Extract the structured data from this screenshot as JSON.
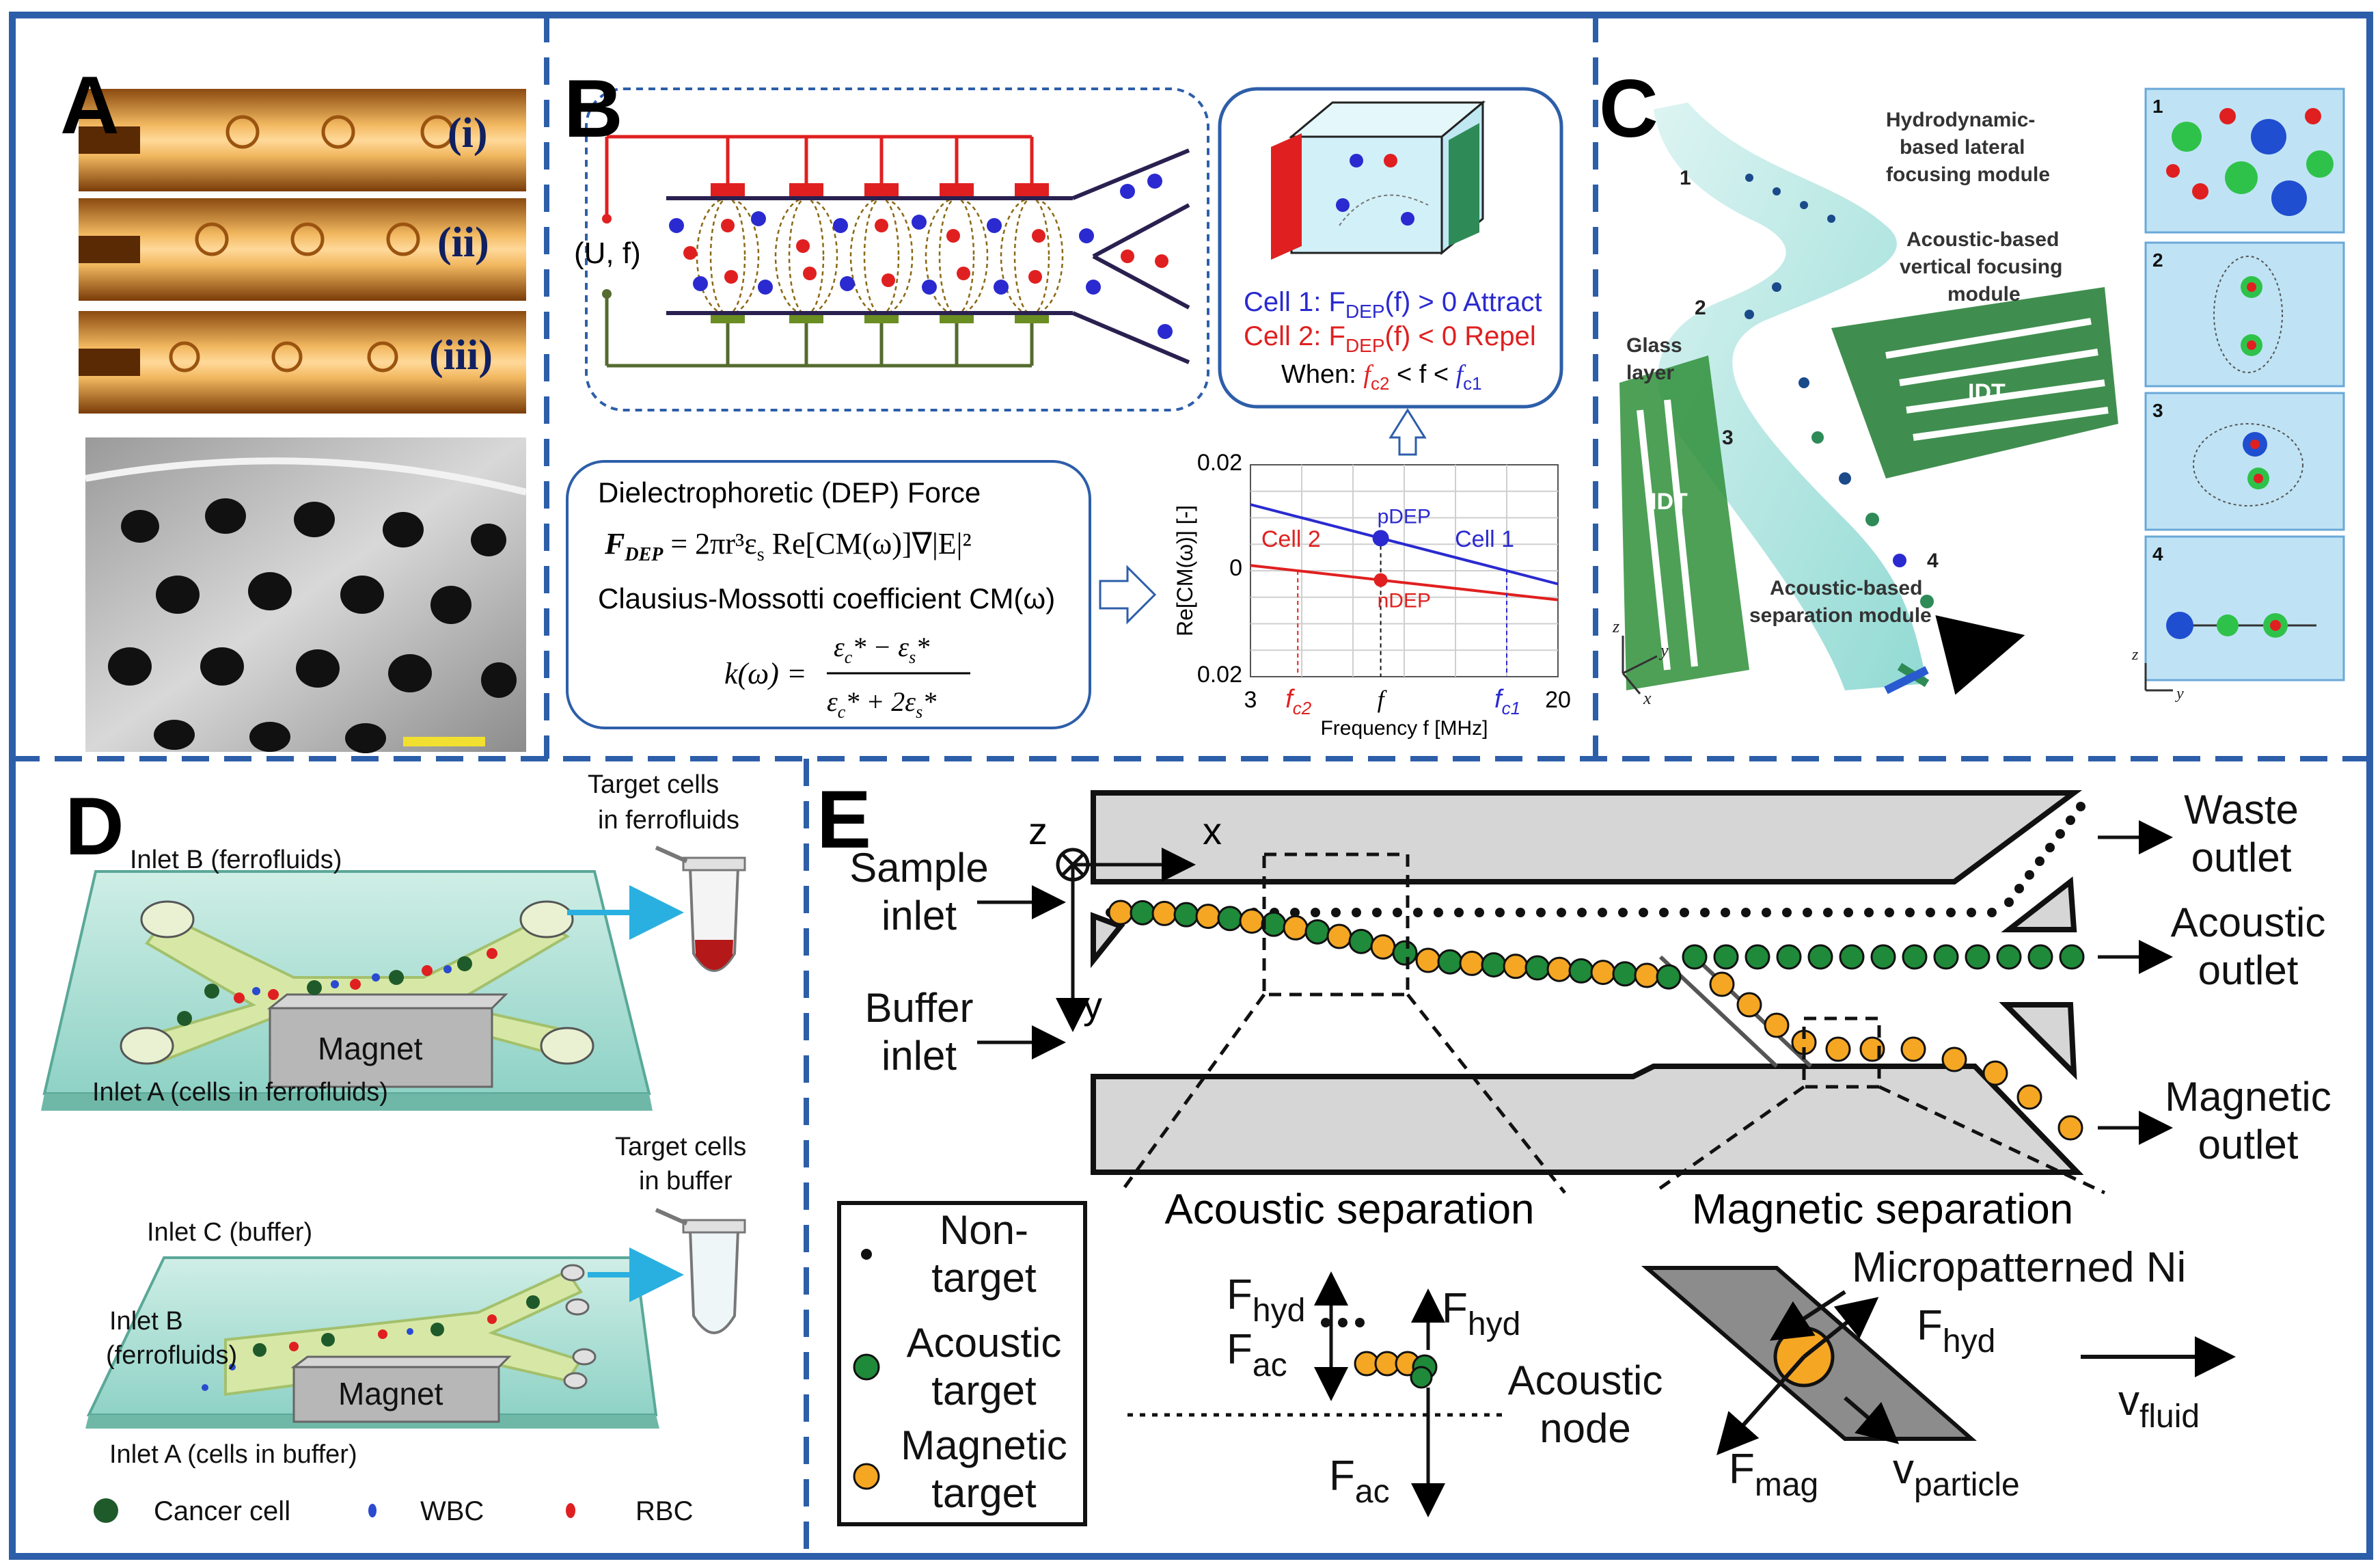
{
  "panels": {
    "A": {
      "label": "A",
      "rows": [
        "(i)",
        "(ii)",
        "(iii)"
      ]
    },
    "B": {
      "label": "B",
      "source_label": "(U, f)",
      "cell1_text": "Cell 1: F",
      "cell1_sub": "DEP",
      "cell1_tail": "(f) > 0 Attract",
      "cell2_text": "Cell 2: F",
      "cell2_sub": "DEP",
      "cell2_tail": "(f) < 0 Repel",
      "when_text": "When: ",
      "fc2": "f",
      "fc2_sub": "c2",
      "when_mid": " < f < ",
      "fc1": "f",
      "fc1_sub": "c1",
      "force_title": "Dielectrophoretic (DEP) Force",
      "force_eq": "F",
      "force_eq_sub": "DEP",
      "force_eq_rhs": " = 2πr³ε",
      "force_eq_rhs_sub": "s",
      "force_eq_tail": " Re[CM(ω)]∇|E|²",
      "cm_title": "Clausius-Mossotti coefficient CM(ω)",
      "k_lhs": "k(ω) =",
      "k_num": "ε",
      "k_num_sub": "c",
      "k_num_mid": "* − ε",
      "k_num_sub2": "s",
      "k_num_end": "*",
      "k_den": "ε",
      "k_den_sub": "c",
      "k_den_mid": "* + 2ε",
      "k_den_sub2": "s",
      "k_den_end": "*"
    },
    "C": {
      "label": "C",
      "hydro": [
        "Hydrodynamic-",
        "based lateral",
        "focusing module"
      ],
      "vertical": [
        "Acoustic-based",
        "vertical focusing",
        "module"
      ],
      "glass": [
        "Glass",
        "layer"
      ],
      "idt": "IDT",
      "separation": [
        "Acoustic-based",
        "separation module"
      ],
      "steps": [
        "1",
        "2",
        "3",
        "4"
      ],
      "axes": [
        "z",
        "y",
        "x"
      ]
    },
    "D": {
      "label": "D",
      "top_inlet_b": "Inlet B (ferrofluids)",
      "top_inlet_a": "Inlet A (cells in ferrofluids)",
      "top_target": [
        "Target cells",
        "in ferrofluids"
      ],
      "magnet": "Magnet",
      "bot_inlet_c": "Inlet C (buffer)",
      "bot_inlet_b": [
        "Inlet B",
        "(ferrofluids)"
      ],
      "bot_inlet_a": "Inlet A (cells in buffer)",
      "bot_target": [
        "Target cells",
        "in buffer"
      ],
      "legend": [
        "Cancer cell",
        "WBC",
        "RBC"
      ]
    },
    "E": {
      "label": "E",
      "z": "z",
      "x": "x",
      "y": "y",
      "sample_inlet": [
        "Sample",
        "inlet"
      ],
      "buffer_inlet": [
        "Buffer",
        "inlet"
      ],
      "waste": [
        "Waste",
        "outlet"
      ],
      "acoustic_outlet": [
        "Acoustic",
        "outlet"
      ],
      "magnetic_outlet": [
        "Magnetic",
        "outlet"
      ],
      "acoustic_sep": "Acoustic separation",
      "magnetic_sep": "Magnetic separation",
      "legend": [
        [
          "Non-",
          "target"
        ],
        [
          "Acoustic",
          "target"
        ],
        [
          "Magnetic",
          "target"
        ]
      ],
      "fhyd": "F",
      "fhyd_sub": "hyd",
      "fac": "F",
      "fac_sub": "ac",
      "acoustic_node": [
        "Acoustic",
        "node"
      ],
      "ni": "Micropatterned Ni",
      "fmag": "F",
      "fmag_sub": "mag",
      "vparticle": "v",
      "vparticle_sub": "particle",
      "vfluid": "v",
      "vfluid_sub": "fluid"
    }
  },
  "chart_data": {
    "type": "line",
    "title": "",
    "xlabel": "Frequency f [MHz]",
    "ylabel": "Re[CM(ω)] [-]",
    "xlim": [
      3,
      20
    ],
    "ylim": [
      -0.02,
      0.02
    ],
    "x_tick_labels": [
      "3",
      "f",
      "20"
    ],
    "y_tick_labels": [
      "0.02",
      "0",
      "0.02"
    ],
    "series": [
      {
        "name": "Cell 1",
        "color": "#2a2ad0",
        "x": [
          3,
          20
        ],
        "y": [
          0.0125,
          -0.0025
        ]
      },
      {
        "name": "Cell 2",
        "color": "#e02020",
        "x": [
          3,
          20
        ],
        "y": [
          0.001,
          -0.0055
        ]
      }
    ],
    "annotations": [
      {
        "text": "pDEP",
        "color": "#2a2ad0"
      },
      {
        "text": "nDEP",
        "color": "#e02020"
      },
      {
        "text": "f",
        "sub": "c2",
        "color": "#e02020"
      },
      {
        "text": "f",
        "sub": "c1",
        "color": "#2a2ad0"
      }
    ],
    "markers_at_x": 10.2
  },
  "colors": {
    "frame_blue": "#2d5ea9",
    "dash_blue": "#3b73c4",
    "red": "#e02020",
    "blue": "#2a2ad0",
    "green_dot": "#1f8a3a",
    "orange_dot": "#f5a623",
    "channel_gray": "#d6d6d6"
  }
}
